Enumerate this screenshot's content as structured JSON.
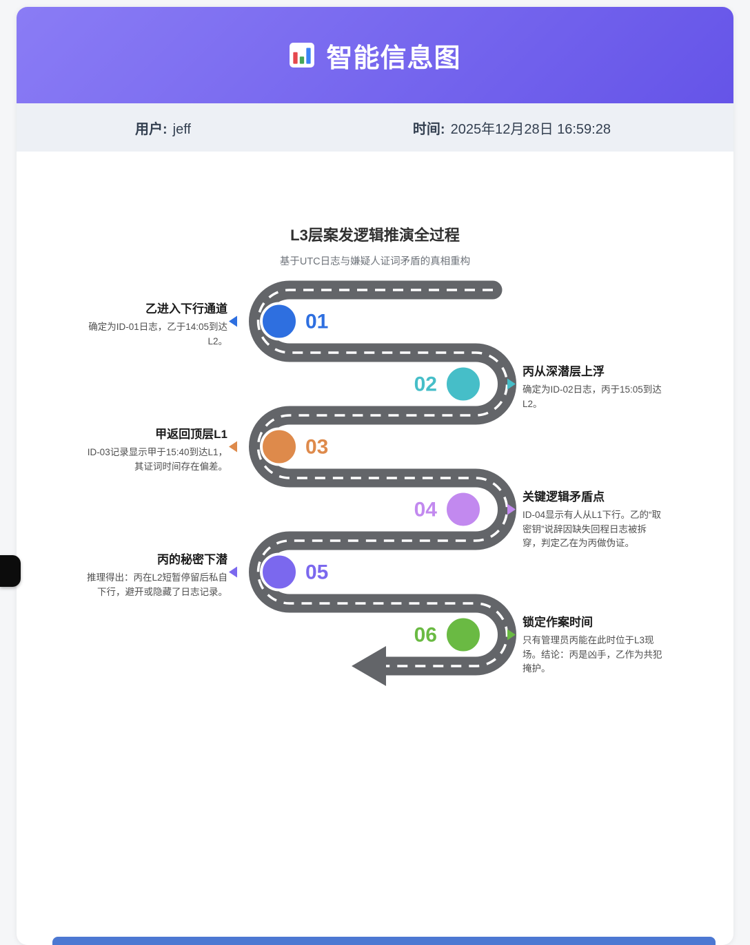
{
  "page": {
    "bottom_strip_color": "#4c78d2"
  },
  "header": {
    "title": "智能信息图",
    "icon": "bar-chart-icon",
    "gradient_from": "#8a7cf5",
    "gradient_to": "#6554e8"
  },
  "meta": {
    "user_label": "用户:",
    "user_value": "jeff",
    "time_label": "时间:",
    "time_value": "2025年12月28日 16:59:28"
  },
  "infographic": {
    "title": "L3层案发逻辑推演全过程",
    "subtitle": "基于UTC日志与嫌疑人证词矛盾的真相重构",
    "road_color": "#636569",
    "road_dash_color": "#ffffff",
    "steps": [
      {
        "number": "01",
        "side": "left",
        "color": "#2e6fe0",
        "title": "乙进入下行通道",
        "desc": "确定为ID-01日志，乙于14:05到达L2。"
      },
      {
        "number": "02",
        "side": "right",
        "color": "#46bec8",
        "title": "丙从深潜层上浮",
        "desc": "确定为ID-02日志，丙于15:05到达L2。"
      },
      {
        "number": "03",
        "side": "left",
        "color": "#de8a4b",
        "title": "甲返回顶层L1",
        "desc": "ID-03记录显示甲于15:40到达L1，其证词时间存在偏差。"
      },
      {
        "number": "04",
        "side": "right",
        "color": "#c289ef",
        "title": "关键逻辑矛盾点",
        "desc": "ID-04显示有人从L1下行。乙的“取密钥”说辞因缺失回程日志被拆穿，判定乙在为丙做伪证。"
      },
      {
        "number": "05",
        "side": "left",
        "color": "#7b68ee",
        "title": "丙的秘密下潜",
        "desc": "推理得出：丙在L2短暂停留后私自下行，避开或隐藏了日志记录。"
      },
      {
        "number": "06",
        "side": "right",
        "color": "#6aba43",
        "title": "锁定作案时间",
        "desc": "只有管理员丙能在此时位于L3现场。结论：丙是凶手，乙作为共犯掩护。"
      }
    ]
  }
}
